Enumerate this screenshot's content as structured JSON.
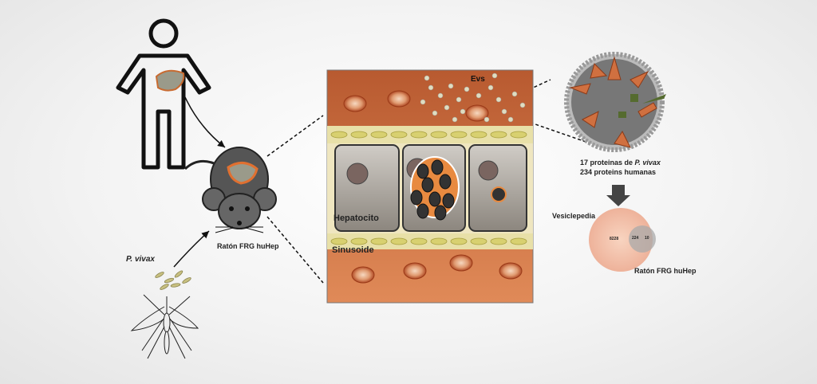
{
  "labels": {
    "pathogen": "P. vivax",
    "mouse_model": "Ratón FRG huHep",
    "evs": "Evs",
    "hepatocyte": "Hepatocito",
    "sinusoid": "Sinusoide",
    "proteins_line1_prefix": "17 proteinas de ",
    "proteins_line1_species": "P. vivax",
    "proteins_line2": "234 proteins humanas",
    "venn_set_a": "Vesiclepedia",
    "venn_set_b": "Ratón FRG huHep"
  },
  "venn": {
    "only_a": "8228",
    "overlap": "224",
    "only_b": "10"
  },
  "colors": {
    "tissue": "#c8683c",
    "endothelium": "#e6e0a0",
    "hepatocyte": "#a8a098",
    "venn_a": "#f2c0a8",
    "venn_b": "#b0aaa8"
  }
}
